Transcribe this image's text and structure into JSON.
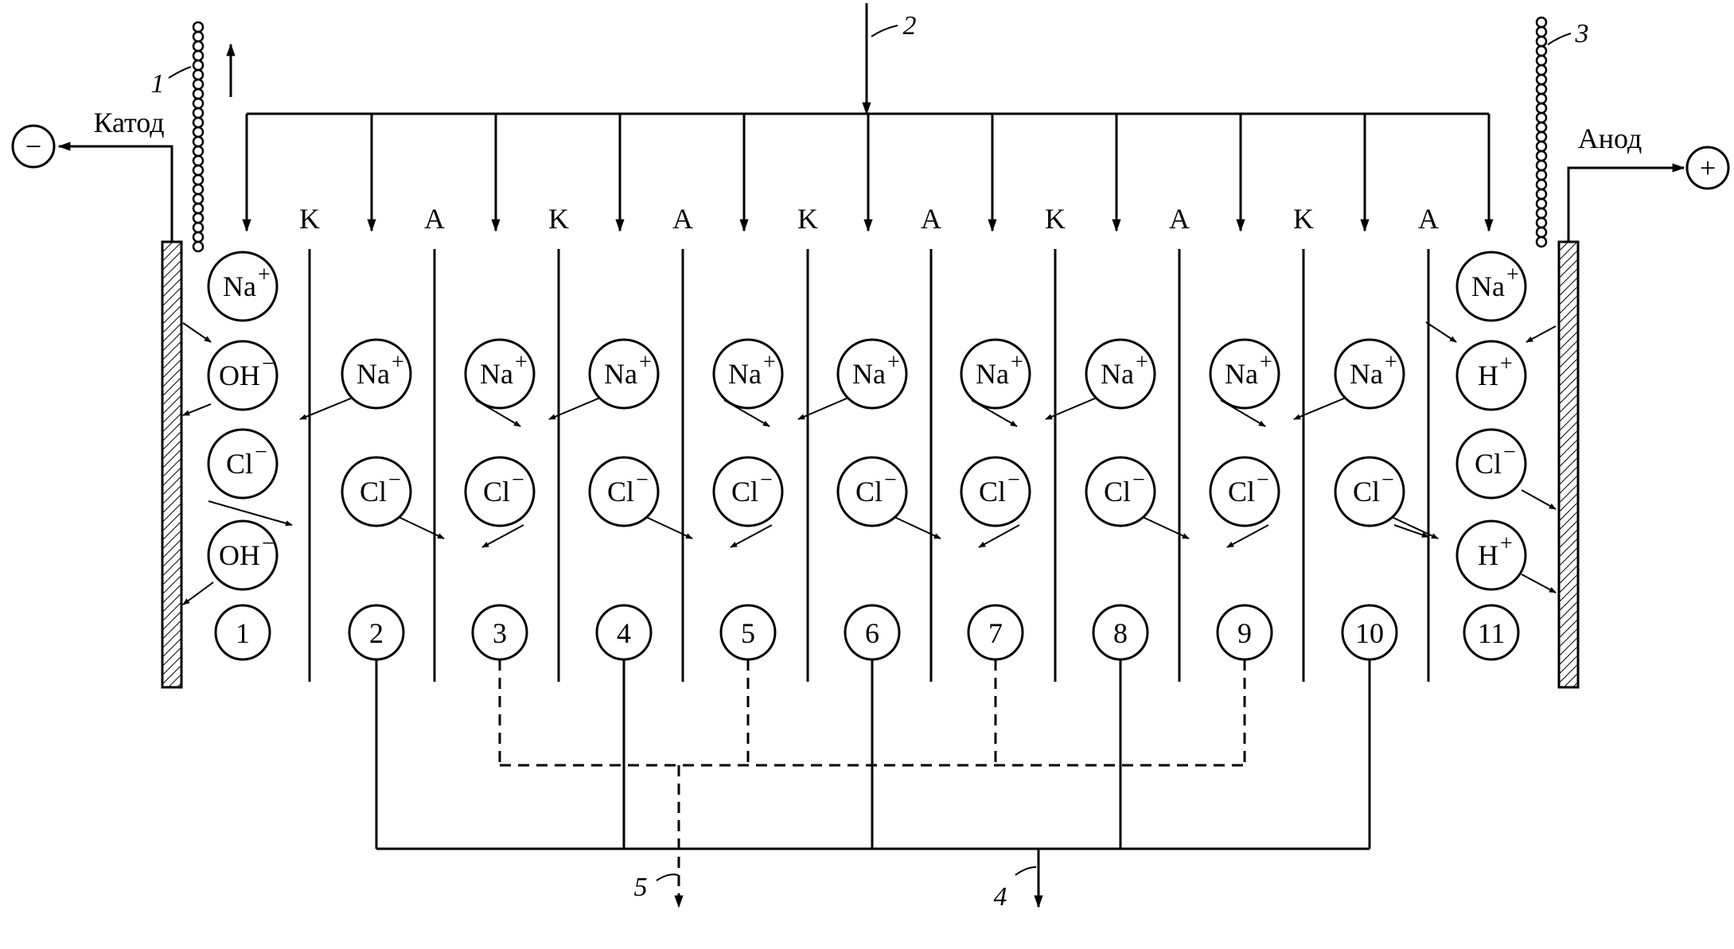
{
  "electrodes": {
    "cathode_label": "Катод",
    "anode_label": "Анод",
    "cathode_sign": "−",
    "anode_sign": "+"
  },
  "callouts": {
    "c1": "1",
    "c2": "2",
    "c3": "3",
    "c4": "4",
    "c5": "5"
  },
  "membranes": [
    "K",
    "A",
    "K",
    "A",
    "K",
    "A",
    "K",
    "A",
    "K",
    "A"
  ],
  "chamber_numbers": [
    "1",
    "2",
    "3",
    "4",
    "5",
    "6",
    "7",
    "8",
    "9",
    "10",
    "11"
  ],
  "ions": {
    "na": {
      "base": "Na",
      "charge": "+"
    },
    "cl": {
      "base": "Cl",
      "charge": "−"
    },
    "oh": {
      "base": "OH",
      "charge": "−"
    },
    "h": {
      "base": "H",
      "charge": "+"
    }
  },
  "chambers": [
    {
      "number": "1",
      "ions": [
        "na",
        "oh",
        "cl",
        "oh"
      ]
    },
    {
      "number": "2",
      "ions": [
        "na",
        "cl"
      ]
    },
    {
      "number": "3",
      "ions": [
        "na",
        "cl"
      ]
    },
    {
      "number": "4",
      "ions": [
        "na",
        "cl"
      ]
    },
    {
      "number": "5",
      "ions": [
        "na",
        "cl"
      ]
    },
    {
      "number": "6",
      "ions": [
        "na",
        "cl"
      ]
    },
    {
      "number": "7",
      "ions": [
        "na",
        "cl"
      ]
    },
    {
      "number": "8",
      "ions": [
        "na",
        "cl"
      ]
    },
    {
      "number": "9",
      "ions": [
        "na",
        "cl"
      ]
    },
    {
      "number": "10",
      "ions": [
        "na",
        "cl"
      ]
    },
    {
      "number": "11",
      "ions": [
        "na",
        "h",
        "cl",
        "h"
      ]
    }
  ],
  "outlet_groups": {
    "concentrate_solid": [
      "2",
      "4",
      "6",
      "8",
      "10"
    ],
    "diluate_dashed": [
      "3",
      "5",
      "7",
      "9"
    ]
  }
}
